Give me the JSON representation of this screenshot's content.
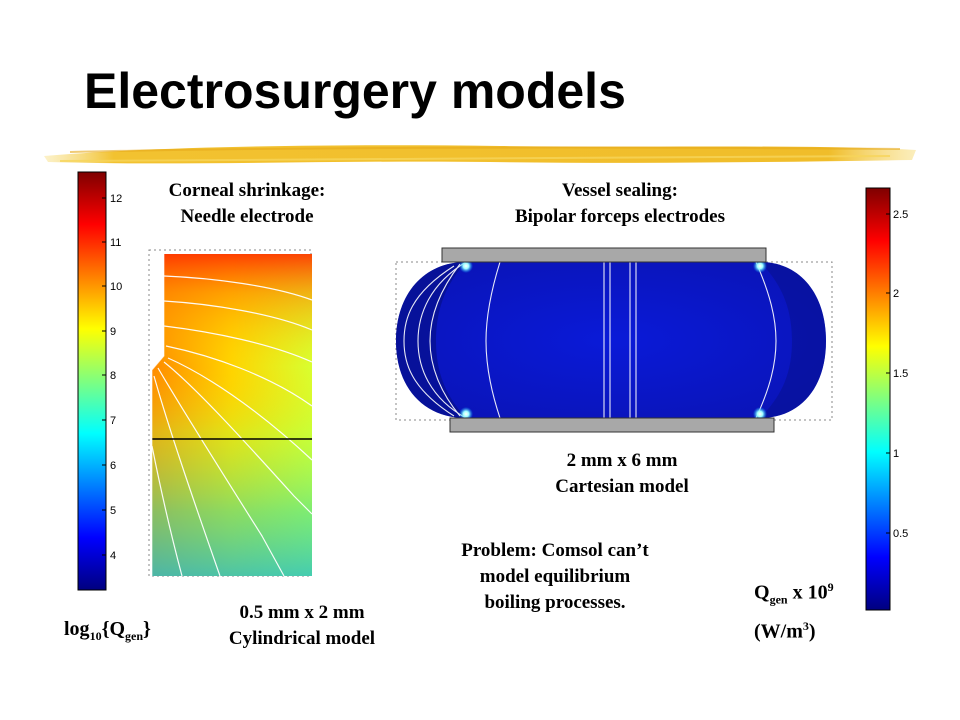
{
  "slide": {
    "title": "Electrosurgery models"
  },
  "corneal": {
    "heading_line1": "Corneal shrinkage:",
    "heading_line2": "Needle electrode",
    "dims_line1": "0.5 mm x 2 mm",
    "dims_line2": "Cylindrical model",
    "colorbar_ticks": [
      "12",
      "11",
      "10",
      "9",
      "8",
      "7",
      "6",
      "5",
      "4"
    ],
    "colorbar_label_prefix": "log",
    "colorbar_label_sub": "10",
    "colorbar_label_open": "{Q",
    "colorbar_label_sub2": "gen",
    "colorbar_label_close": "}"
  },
  "vessel": {
    "heading_line1": "Vessel sealing:",
    "heading_line2": "Bipolar forceps electrodes",
    "dims_line1": "2 mm x 6 mm",
    "dims_line2": "Cartesian model",
    "colorbar_ticks": [
      "2.5",
      "2",
      "1.5",
      "1",
      "0.5"
    ],
    "colorbar_label_q": "Q",
    "colorbar_label_sub": "gen",
    "colorbar_label_mid": " x 10",
    "colorbar_label_sup": "9",
    "colorbar_label_unit_open": "(W/m",
    "colorbar_label_unit_sup": "3",
    "colorbar_label_unit_close": ")"
  },
  "problem": {
    "line1": "Problem: Comsol can’t",
    "line2": "model equilibrium",
    "line3": "boiling processes."
  },
  "colors": {
    "accent_stroke": "#f2c230",
    "jet_dark_red": "#7f0000",
    "jet_dark_blue": "#00007f"
  }
}
